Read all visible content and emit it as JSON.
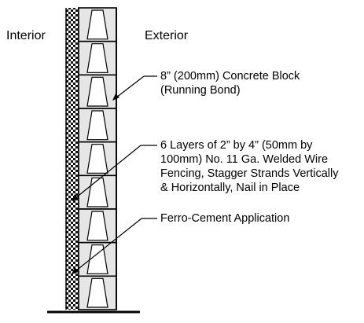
{
  "labels": {
    "interior": "Interior",
    "exterior": "Exterior"
  },
  "callouts": [
    {
      "lines": [
        "8” (200mm) Concrete Block",
        "(Running Bond)"
      ]
    },
    {
      "lines": [
        "6 Layers of 2” by 4” (50mm by",
        "100mm) No. 11 Ga. Welded Wire",
        "Fencing, Stagger Strands Vertically",
        "& Horizontally, Nail in Place"
      ]
    },
    {
      "lines": [
        "Ferro-Cement Application"
      ]
    }
  ],
  "wall": {
    "block_courses": 9
  },
  "colors": {
    "block": "#e6e6e6",
    "line": "#000000",
    "mesh": "#111111"
  }
}
